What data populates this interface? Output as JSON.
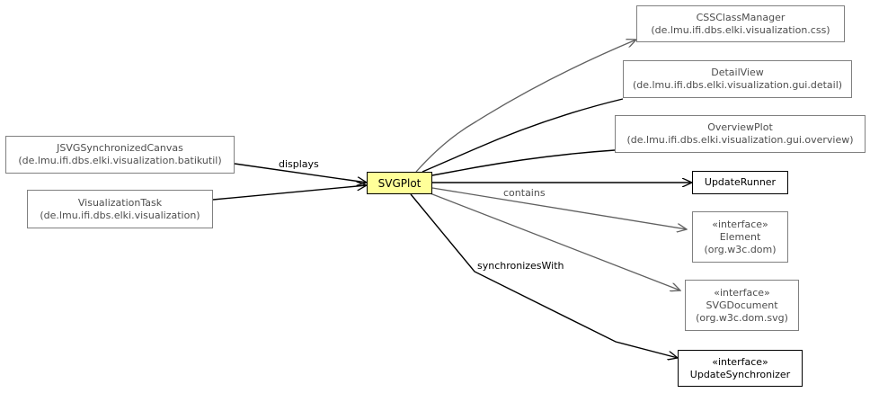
{
  "nodes": {
    "svgplot": {
      "name": "SVGPlot"
    },
    "cssclassmanager": {
      "name": "CSSClassManager",
      "package": "(de.lmu.ifi.dbs.elki.visualization.css)"
    },
    "detailview": {
      "name": "DetailView",
      "package": "(de.lmu.ifi.dbs.elki.visualization.gui.detail)"
    },
    "overviewplot": {
      "name": "OverviewPlot",
      "package": "(de.lmu.ifi.dbs.elki.visualization.gui.overview)"
    },
    "jsvgsynchronizedcanvas": {
      "name": "JSVGSynchronizedCanvas",
      "package": "(de.lmu.ifi.dbs.elki.visualization.batikutil)"
    },
    "visualizationtask": {
      "name": "VisualizationTask",
      "package": "(de.lmu.ifi.dbs.elki.visualization)"
    },
    "updaterunner": {
      "name": "UpdateRunner"
    },
    "element": {
      "stereotype": "«interface»",
      "name": "Element",
      "package": "(org.w3c.dom)"
    },
    "svgdocument": {
      "stereotype": "«interface»",
      "name": "SVGDocument",
      "package": "(org.w3c.dom.svg)"
    },
    "updatesynchronizer": {
      "stereotype": "«interface»",
      "name": "UpdateSynchronizer"
    }
  },
  "edges": {
    "displays": "displays",
    "contains": "contains",
    "synchronizes_with": "synchronizesWith"
  },
  "colors": {
    "focus_fill": "#ffff99",
    "strong_line": "#000000",
    "weak_line": "#606060"
  }
}
